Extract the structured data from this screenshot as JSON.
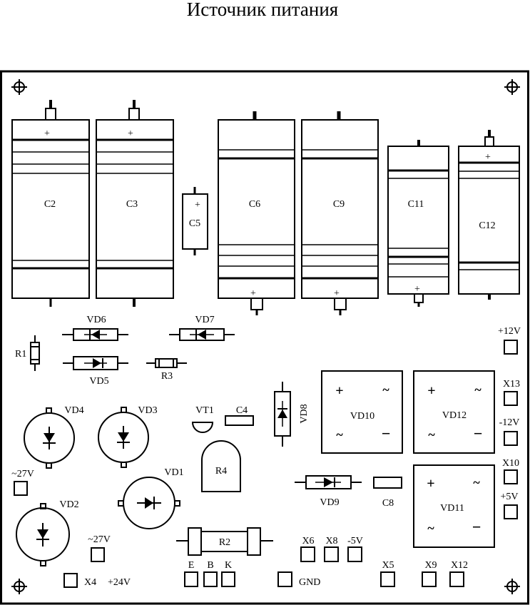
{
  "title": "Источник питания",
  "components": {
    "C2": "C2",
    "C3": "C3",
    "C5": "C5",
    "C6": "C6",
    "C9": "C9",
    "C11": "C11",
    "C12": "C12",
    "C4": "C4",
    "C8": "C8",
    "R1": "R1",
    "R2": "R2",
    "R3": "R3",
    "R4": "R4",
    "VD1": "VD1",
    "VD2": "VD2",
    "VD3": "VD3",
    "VD4": "VD4",
    "VD5": "VD5",
    "VD6": "VD6",
    "VD7": "VD7",
    "VD8": "VD8",
    "VD9": "VD9",
    "VD10": "VD10",
    "VD11": "VD11",
    "VD12": "VD12",
    "VT1": "VT1"
  },
  "terminals": {
    "x4": "X4",
    "x5": "X5",
    "x6": "X6",
    "x8": "X8",
    "x9": "X9",
    "x10": "X10",
    "x12": "X12",
    "x13": "X13",
    "e": "E",
    "b": "B",
    "k": "K",
    "gnd": "GND"
  },
  "voltages": {
    "p12v": "+12V",
    "m12v": "-12V",
    "p5v": "+5V",
    "m5v": "-5V",
    "p24v": "+24V",
    "ac27_a": "~27V",
    "ac27_b": "~27V"
  },
  "symbols": {
    "plus": "+",
    "minus": "−",
    "tilde": "~"
  }
}
